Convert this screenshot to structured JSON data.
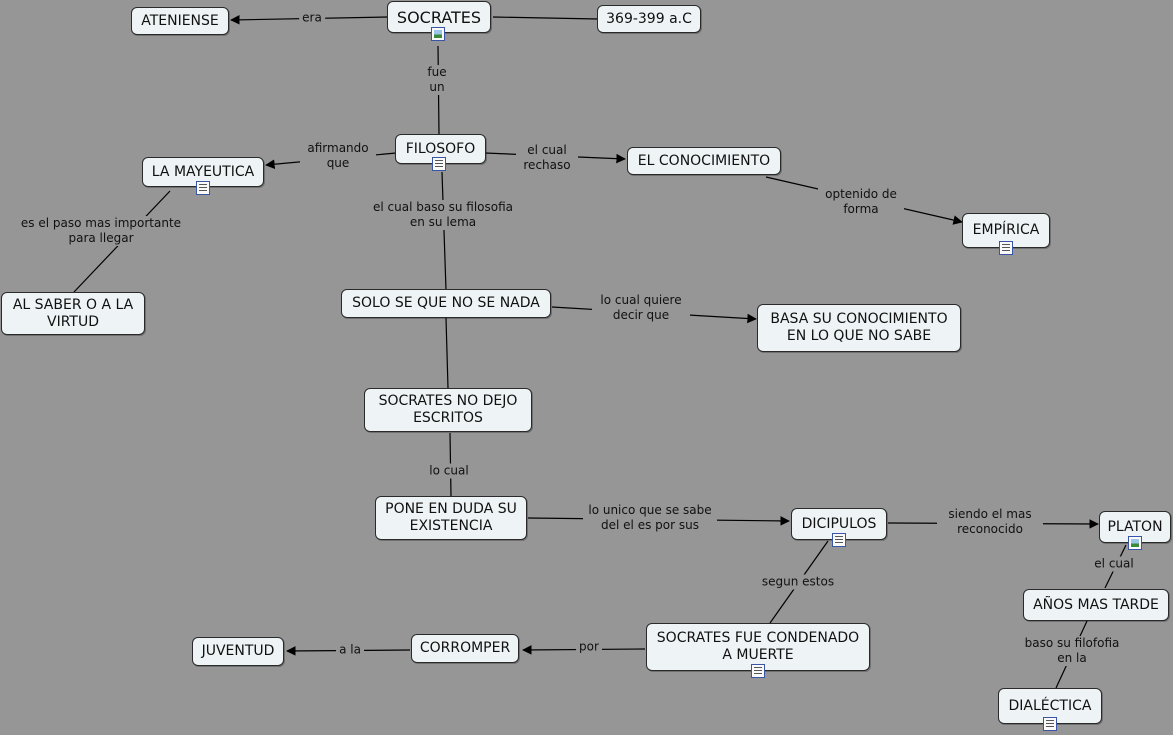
{
  "nodes": {
    "socrates": "SOCRATES",
    "ateniense": "ATENIENSE",
    "fechas": "369-399 a.C",
    "filosofo": "FILOSOFO",
    "mayeutica": "LA MAYEUTICA",
    "conocimiento": "EL CONOCIMIENTO",
    "empirica": "EMPÍRICA",
    "virtud": "AL SABER O A LA VIRTUD",
    "solo": "SOLO SE QUE NO SE NADA",
    "basa": "BASA SU CONOCIMIENTO EN LO QUE NO SABE",
    "noescritos": "SOCRATES NO DEJO ESCRITOS",
    "pone": "PONE EN DUDA SU EXISTENCIA",
    "dicipulos": "DICIPULOS",
    "platon": "PLATON",
    "anos": "AÑOS MAS TARDE",
    "dialectica": "DIALÉCTICA",
    "condenado": "SOCRATES FUE CONDENADO A MUERTE",
    "corromper": "CORROMPER",
    "juventud": "JUVENTUD"
  },
  "links": {
    "era": "era",
    "fue_un": "fue un",
    "afirmando_que": "afirmando que",
    "el_cual_rechaso": "el cual rechaso",
    "optenido_de_forma": "optenido de forma",
    "es_el_paso": "es el paso mas importante para llegar",
    "el_cual_baso": "el cual baso su filosofia en su lema",
    "lo_cual_quiere": "lo cual quiere decir que",
    "lo_cual": "lo cual",
    "lo_unico": "lo unico que se sabe del el es por sus",
    "siendo_el": "siendo el mas reconocido",
    "el_cual": "el cual",
    "segun_estos": "segun estos",
    "baso_su": "baso su filofofia en la",
    "por": "por",
    "a_la": "a la"
  },
  "colors": {
    "background": "#969696",
    "node_fill": "#eef4f6",
    "border": "#2a2a2a",
    "icon_border": "#3a55a8"
  }
}
